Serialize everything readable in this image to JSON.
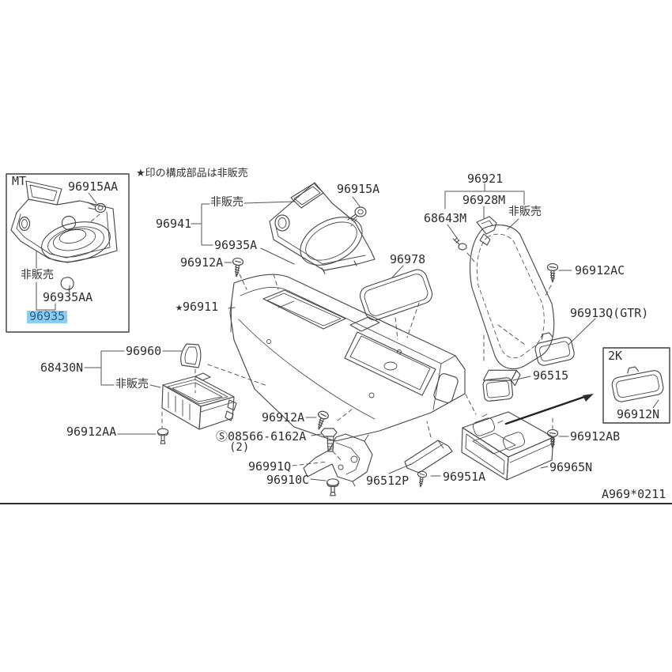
{
  "meta": {
    "background": "#ffffff",
    "line_color": "#4a4a4a",
    "text_color": "#2e2e2e",
    "highlight_bg": "#8dcdf0",
    "highlight_text": "#2c5d8e"
  },
  "header": {
    "note": "★印の構成部品は非販売"
  },
  "footer": {
    "drawing_code": "A969*0211"
  },
  "boxes": {
    "mt_label": "MT",
    "kit_label": "2K"
  },
  "labels": {
    "n96915AA": "96915AA",
    "nfs_mt": "非販売",
    "n96935AA": "96935AA",
    "n96935": "96935",
    "n96941": "96941",
    "nfs_finisher": "非販売",
    "n96935A": "96935A",
    "n96915A": "96915A",
    "n96912A_top": "96912A",
    "n96911": "★96911",
    "n96978": "96978",
    "n96921": "96921",
    "n96928M": "96928M",
    "nfs_lid": "非販売",
    "n68643M": "68643M",
    "n96912AC": "96912AC",
    "n96913Q": "96913Q(GTR)",
    "n96515": "96515",
    "n96912N": "96912N",
    "n96960": "96960",
    "n68430N": "68430N",
    "nfs_ashtray": "非販売",
    "n96912AA": "96912AA",
    "n96912A_mid": "96912A",
    "screw_ref": "Ⓢ08566-6162A",
    "screw_qty": "(2)",
    "n96991Q": "96991Q",
    "n96910C": "96910C",
    "n96512P": "96512P",
    "n96951A": "96951A",
    "n96965N": "96965N",
    "n96912AB": "96912AB"
  }
}
